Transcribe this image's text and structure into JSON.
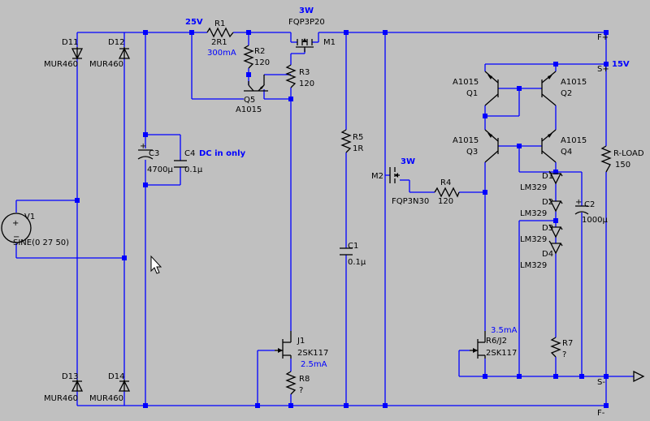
{
  "labels": {
    "D11": "D11",
    "D12": "D12",
    "D13": "D13",
    "D14": "D14",
    "MUR460_a": "MUR460",
    "MUR460_b": "MUR460",
    "MUR460_c": "MUR460",
    "MUR460_d": "MUR460",
    "V1": "V1",
    "V1_val": "SINE(0 27 50)",
    "C3": "C3",
    "C3_val": "4700µ",
    "C4": "C4",
    "C4_val": "0.1µ",
    "DCnote": "DC in only",
    "v25": "25V",
    "R1": "R1",
    "R1_val": "2R1",
    "I300": "300mA",
    "R2": "R2",
    "R2_val": "120",
    "Q5": "Q5",
    "Q5_val": "A1015",
    "M1_pw": "3W",
    "M1_val": "FQP3P20",
    "M1": "M1",
    "R3": "R3",
    "R3_val": "120",
    "R5": "R5",
    "R5_val": "1R",
    "C1": "C1",
    "C1_val": "0.1µ",
    "J1": "J1",
    "J1_val": "2SK117",
    "I25": "2.5mA",
    "R8": "R8",
    "R8_val": "?",
    "M2_pw": "3W",
    "M2": "M2",
    "M2_val": "FQP3N30",
    "R4": "R4",
    "R4_val": "120",
    "Q1_val": "A1015",
    "Q1": "Q1",
    "Q2_val": "A1015",
    "Q2": "Q2",
    "Q3_val": "A1015",
    "Q3": "Q3",
    "Q4_val": "A1015",
    "Q4": "Q4",
    "D1": "D1",
    "D1_val": "LM329",
    "D2": "D2",
    "D2_val": "LM329",
    "D3": "D3",
    "D3_val": "LM329",
    "D4": "D4",
    "D4_val": "LM329",
    "C2": "C2",
    "C2_val": "1000µ",
    "I35": "3.5mA",
    "R6J2": "R6/J2",
    "R6J2_val": "2SK117",
    "R7": "R7",
    "R7_val": "?",
    "RLOAD": "R-LOAD",
    "RLOAD_val": "150",
    "Fp": "F+",
    "Sp": "S+",
    "v15": "15V",
    "Sm": "S-",
    "Fm": "F-"
  }
}
